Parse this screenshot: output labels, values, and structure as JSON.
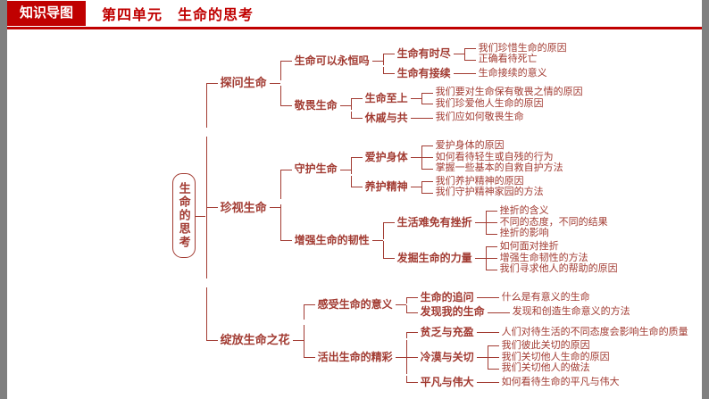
{
  "colors": {
    "header_red": "#c00000",
    "map_red": "#a23b32",
    "side_gray": "#7f7f7f",
    "background": "#ffffff"
  },
  "header": {
    "badge": "知识导图",
    "title": "第四单元　生命的思考"
  },
  "tree": {
    "label": "生命的思考",
    "children": [
      {
        "label": "探问生命",
        "children": [
          {
            "label": "生命可以永恒吗",
            "children": [
              {
                "label": "生命有时尽",
                "children": [
                  {
                    "label": "我们珍惜生命的原因"
                  },
                  {
                    "label": "正确看待死亡"
                  }
                ]
              },
              {
                "label": "生命有接续",
                "children": [
                  {
                    "label": "生命接续的意义"
                  }
                ]
              }
            ]
          },
          {
            "label": "敬畏生命",
            "children": [
              {
                "label": "生命至上",
                "children": [
                  {
                    "label": "我们要对生命保有敬畏之情的原因"
                  },
                  {
                    "label": "我们珍爱他人生命的原因"
                  }
                ]
              },
              {
                "label": "休戚与共",
                "children": [
                  {
                    "label": "我们应如何敬畏生命"
                  }
                ]
              }
            ]
          }
        ]
      },
      {
        "label": "珍视生命",
        "children": [
          {
            "label": "守护生命",
            "children": [
              {
                "label": "爱护身体",
                "children": [
                  {
                    "label": "爱护身体的原因"
                  },
                  {
                    "label": "如何看待轻生或自残的行为"
                  },
                  {
                    "label": "掌握一些基本的自救自护方法"
                  }
                ]
              },
              {
                "label": "养护精神",
                "children": [
                  {
                    "label": "我们养护精神的原因"
                  },
                  {
                    "label": "我们守护精神家园的方法"
                  }
                ]
              }
            ]
          },
          {
            "label": "增强生命的韧性",
            "children": [
              {
                "label": "生活难免有挫折",
                "children": [
                  {
                    "label": "挫折的含义"
                  },
                  {
                    "label": "不同的态度，不同的结果"
                  },
                  {
                    "label": "挫折的影响"
                  }
                ]
              },
              {
                "label": "发掘生命的力量",
                "children": [
                  {
                    "label": "如何面对挫折"
                  },
                  {
                    "label": "增强生命韧性的方法"
                  },
                  {
                    "label": "我们寻求他人的帮助的原因"
                  }
                ]
              }
            ]
          }
        ]
      },
      {
        "label": "绽放生命之花",
        "children": [
          {
            "label": "感受生命的意义",
            "children": [
              {
                "label": "生命的追问",
                "children": [
                  {
                    "label": "什么是有意义的生命"
                  }
                ]
              },
              {
                "label": "发现我的生命",
                "children": [
                  {
                    "label": "发现和创造生命意义的方法"
                  }
                ]
              }
            ]
          },
          {
            "label": "活出生命的精彩",
            "children": [
              {
                "label": "贫乏与充盈",
                "children": [
                  {
                    "label": "人们对待生活的不同态度会影响生命的质量"
                  }
                ]
              },
              {
                "label": "冷漠与关切",
                "children": [
                  {
                    "label": "我们彼此关切的原因"
                  },
                  {
                    "label": "我们关切他人生命的原因"
                  },
                  {
                    "label": "我们关切他人的做法"
                  }
                ]
              },
              {
                "label": "平凡与伟大",
                "children": [
                  {
                    "label": "如何看待生命的平凡与伟大"
                  }
                ]
              }
            ]
          }
        ]
      }
    ]
  }
}
